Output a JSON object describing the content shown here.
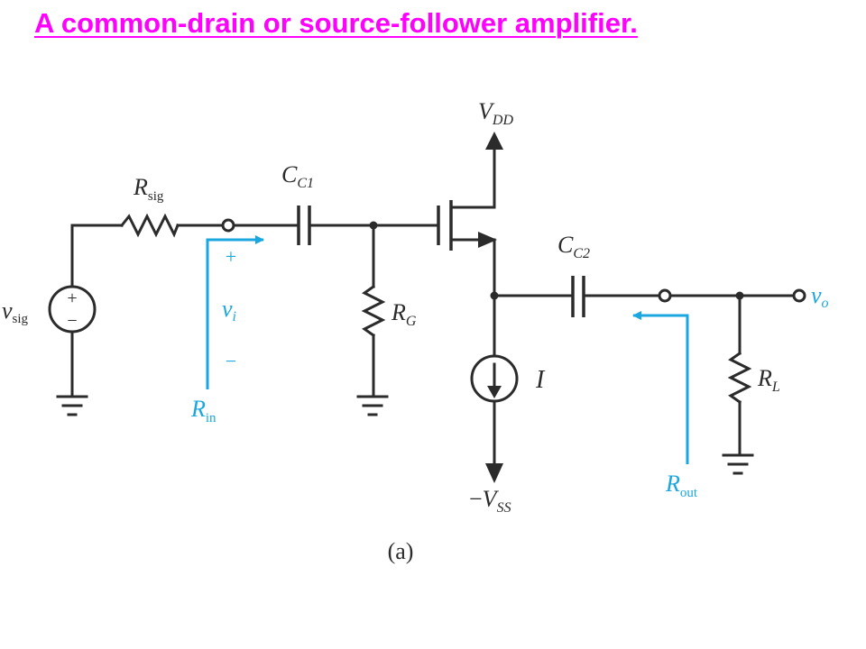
{
  "title": "A common-drain or source-follower amplifier.",
  "labels": {
    "vdd": {
      "main": "V",
      "sub": "DD"
    },
    "vss": {
      "prefix": "−",
      "main": "V",
      "sub": "SS"
    },
    "rsig": {
      "main": "R",
      "sub": "sig"
    },
    "cc1": {
      "main": "C",
      "sub": "C1"
    },
    "cc2": {
      "main": "C",
      "sub": "C2"
    },
    "rg": {
      "main": "R",
      "sub": "G"
    },
    "rl": {
      "main": "R",
      "sub": "L"
    },
    "vsig": {
      "main": "v",
      "sub": "sig"
    },
    "vi": {
      "main": "v",
      "sub": "i"
    },
    "vo": {
      "main": "v",
      "sub": "o"
    },
    "current": "I",
    "rin": {
      "main": "R",
      "sub": "in"
    },
    "rout": {
      "main": "R",
      "sub": "out"
    },
    "plus": "+",
    "minus": "−",
    "src_plus": "+",
    "src_minus": "−",
    "caption": "(a)"
  },
  "colors": {
    "title": "#ff00ff",
    "wire": "#2b2b2b",
    "annotation": "#1aa7e0"
  }
}
